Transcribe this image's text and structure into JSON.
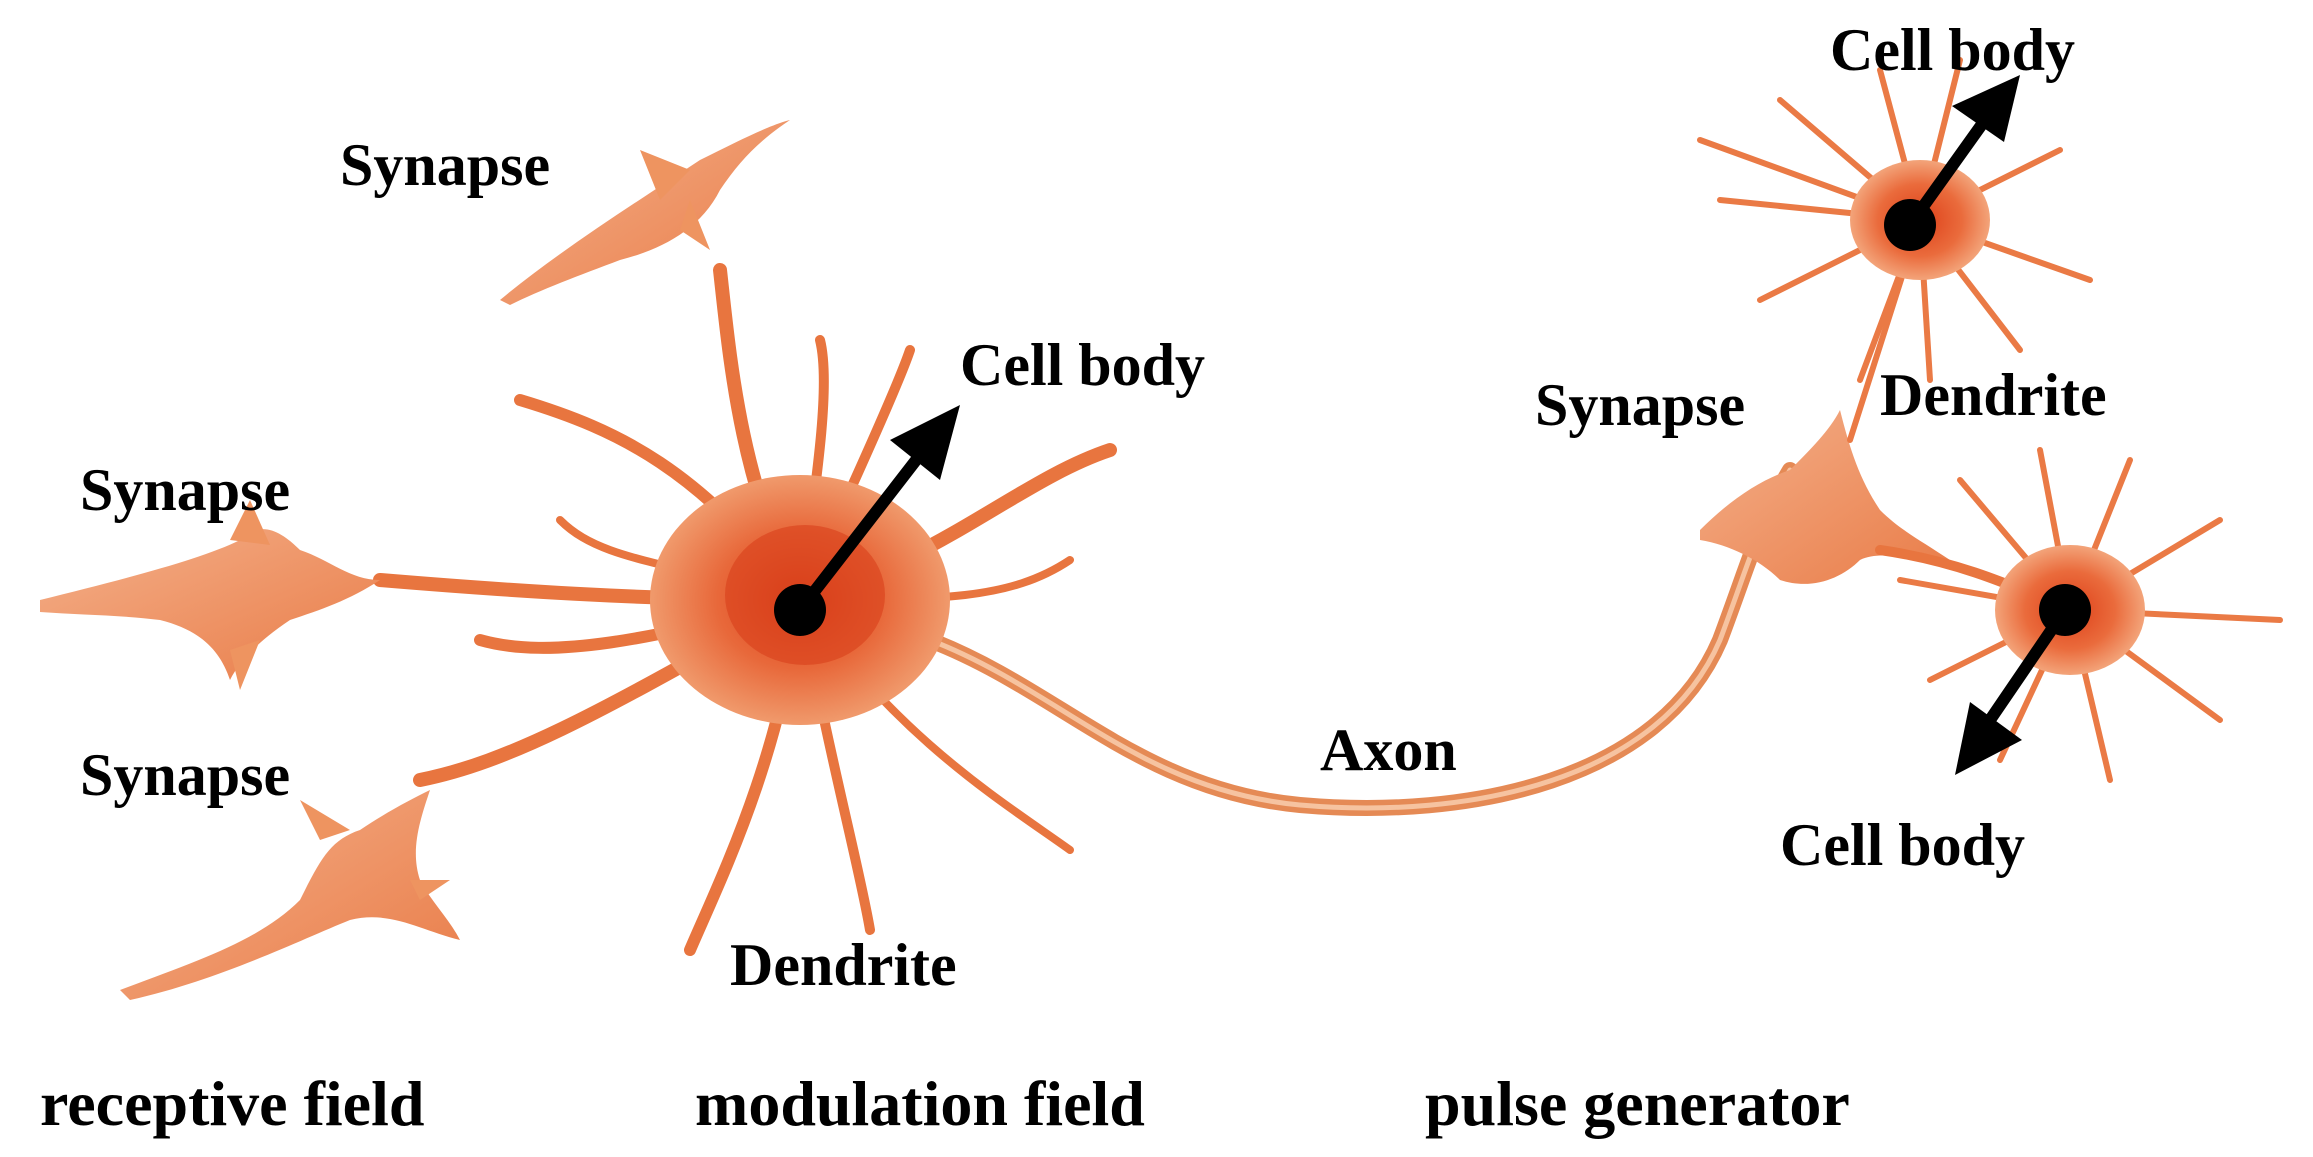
{
  "labels": {
    "synapse_top": "Synapse",
    "synapse_left": "Synapse",
    "synapse_bottom": "Synapse",
    "synapse_right": "Synapse",
    "cell_body_center": "Cell body",
    "cell_body_top_right": "Cell body",
    "cell_body_bottom_right": "Cell body",
    "dendrite_center": "Dendrite",
    "dendrite_right": "Dendrite",
    "axon": "Axon"
  },
  "captions": {
    "receptive": "receptive field",
    "modulation": "modulation field",
    "pulse": "pulse generator"
  },
  "colors": {
    "neuron_fill": "#e8683a",
    "neuron_core": "#e34a1f",
    "neuron_light": "#f2a57c",
    "synapse_fill": "#ef9a68",
    "arrow": "#000000",
    "text": "#000000"
  }
}
